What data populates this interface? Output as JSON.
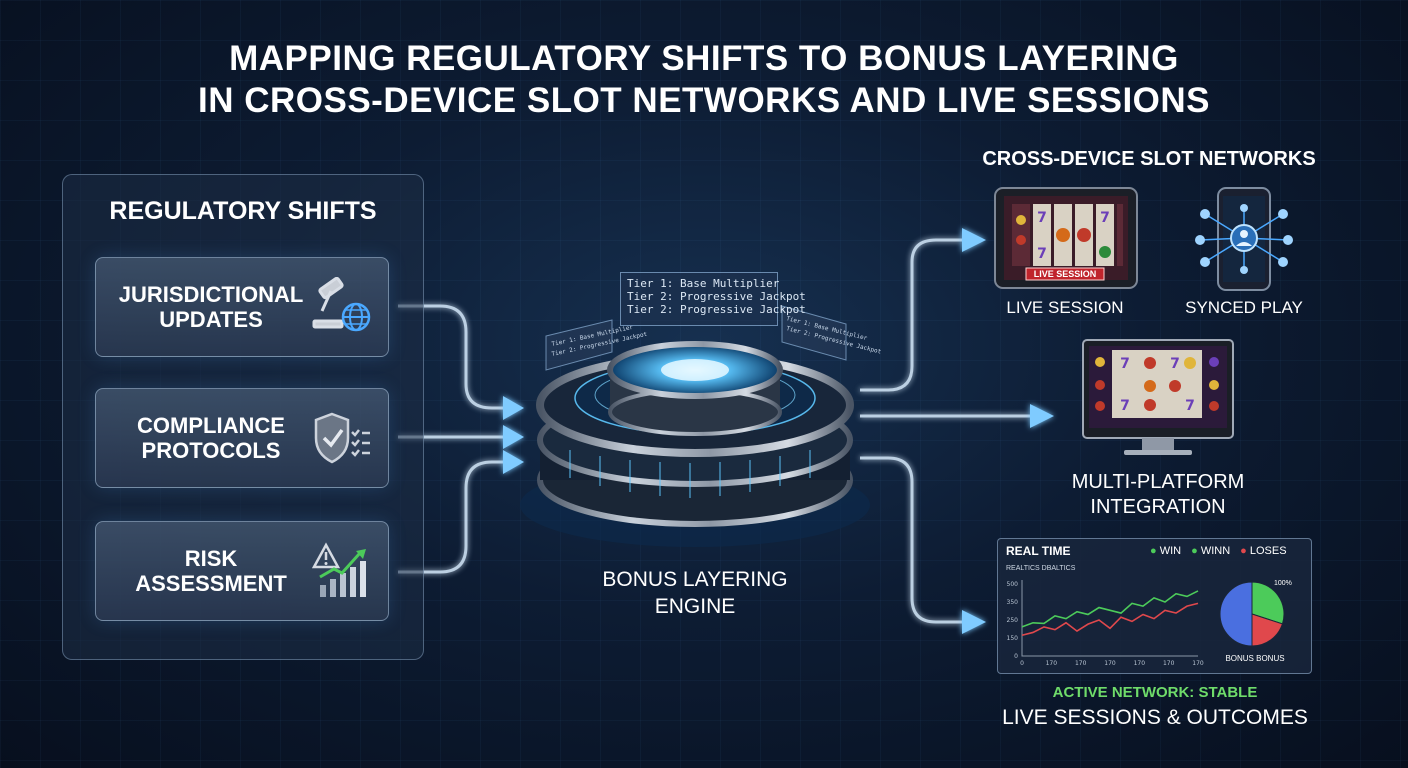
{
  "title": {
    "line1": "MAPPING REGULATORY SHIFTS TO BONUS LAYERING",
    "line2": "IN CROSS-DEVICE SLOT NETWORKS AND LIVE SESSIONS"
  },
  "regulatory": {
    "heading": "REGULATORY SHIFTS",
    "items": [
      {
        "label": "JURISDICTIONAL\nUPDATES",
        "icon": "gavel-globe-icon"
      },
      {
        "label": "COMPLIANCE\nPROTOCOLS",
        "icon": "shield-checklist-icon"
      },
      {
        "label": "RISK\nASSESSMENT",
        "icon": "warning-growth-chart-icon"
      }
    ]
  },
  "engine": {
    "label_line1": "BONUS LAYERING",
    "label_line2": "ENGINE",
    "tiers": [
      "Tier 1: Base Multiplier",
      "Tier 2: Progressive Jackpot",
      "Tier 2: Progressive Jackpot"
    ]
  },
  "devices": {
    "heading": "CROSS-DEVICE SLOT NETWORKS",
    "tablet_badge": "LIVE SESSION",
    "tablet_label": "LIVE SESSION",
    "phone_label": "SYNCED PLAY",
    "monitor_label_line1": "MULTI-PLATFORM",
    "monitor_label_line2": "INTEGRATION"
  },
  "dashboard": {
    "title": "REAL TIME",
    "subtitle": "REALTICS DBALTICS",
    "legend": [
      {
        "name": "WIN",
        "color": "#4ccb5a"
      },
      {
        "name": "WINN",
        "color": "#4ccb5a"
      },
      {
        "name": "LOSES",
        "color": "#e0484c"
      }
    ],
    "pie_percent": "100%",
    "pie_label": "BONUS BONUS",
    "status": "ACTIVE NETWORK: STABLE",
    "caption": "LIVE SESSIONS & OUTCOMES"
  },
  "chart_data": {
    "type": "line",
    "x": [
      0,
      1,
      2,
      3,
      4,
      5,
      6,
      7,
      8,
      9,
      10,
      11,
      12,
      13,
      14,
      15,
      16
    ],
    "series": [
      {
        "name": "WIN",
        "color": "#4ccb5a",
        "values": [
          210,
          240,
          235,
          290,
          270,
          320,
          300,
          350,
          330,
          310,
          380,
          360,
          420,
          390,
          450,
          430,
          470
        ]
      },
      {
        "name": "LOSES",
        "color": "#e0484c",
        "values": [
          150,
          170,
          210,
          190,
          240,
          180,
          230,
          260,
          200,
          280,
          250,
          300,
          270,
          330,
          310,
          360,
          380
        ]
      }
    ],
    "ylim": [
      0,
      520
    ],
    "ytick_labels": [
      "0",
      "150",
      "250",
      "350",
      "500"
    ],
    "xtick_labels": [
      "0",
      "170",
      "170",
      "170",
      "170",
      "170",
      "170"
    ],
    "pie": {
      "type": "pie",
      "slices": [
        {
          "name": "WIN",
          "value": 30,
          "color": "#4ccb5a"
        },
        {
          "name": "LOSES",
          "value": 20,
          "color": "#e0484c"
        },
        {
          "name": "BONUS",
          "value": 50,
          "color": "#4a6fe0"
        }
      ]
    }
  },
  "colors": {
    "accent": "#5ab8ff",
    "green": "#4ccb5a",
    "red": "#e0484c"
  }
}
